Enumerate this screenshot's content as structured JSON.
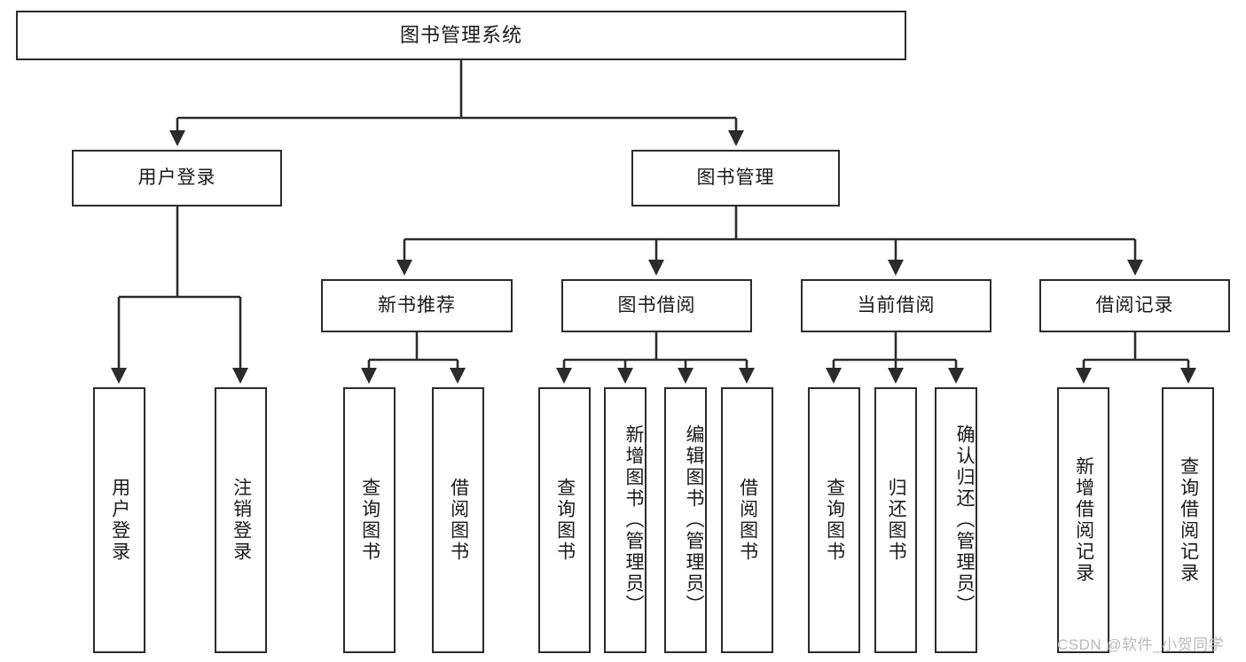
{
  "diagram": {
    "title": "图书管理系统",
    "type": "hierarchy-flowchart",
    "colors": {
      "stroke": "#2b2b2b",
      "fill": "#ffffff",
      "text": "#1a1a1a",
      "watermark": "#b9b9b9"
    },
    "nodes": {
      "root": {
        "label": "图书管理系统",
        "level": 1
      },
      "level2": [
        {
          "id": "user-login",
          "label": "用户登录"
        },
        {
          "id": "book-manage",
          "label": "图书管理"
        }
      ],
      "level3": [
        {
          "id": "new-book-recommend",
          "label": "新书推荐"
        },
        {
          "id": "book-borrow",
          "label": "图书借阅"
        },
        {
          "id": "current-borrow",
          "label": "当前借阅"
        },
        {
          "id": "borrow-record",
          "label": "借阅记录"
        }
      ],
      "leaves": {
        "user_login": [
          {
            "id": "leaf-user-login",
            "label": "用户登录"
          },
          {
            "id": "leaf-logout-login",
            "label": "注销登录"
          }
        ],
        "new_book_recommend": [
          {
            "id": "leaf-query-book-1",
            "label": "查询图书"
          },
          {
            "id": "leaf-borrow-book-1",
            "label": "借阅图书"
          }
        ],
        "book_borrow": [
          {
            "id": "leaf-query-book-2",
            "label": "查询图书"
          },
          {
            "id": "leaf-add-book",
            "label": "新增图书（管理员）"
          },
          {
            "id": "leaf-edit-book",
            "label": "编辑图书（管理员）"
          },
          {
            "id": "leaf-borrow-book-2",
            "label": "借阅图书"
          }
        ],
        "current_borrow": [
          {
            "id": "leaf-query-book-3",
            "label": "查询图书"
          },
          {
            "id": "leaf-return-book",
            "label": "归还图书"
          },
          {
            "id": "leaf-confirm-return",
            "label": "确认归还（管理员）"
          }
        ],
        "borrow_record": [
          {
            "id": "leaf-add-record",
            "label": "新增借阅记录"
          },
          {
            "id": "leaf-query-record",
            "label": "查询借阅记录"
          }
        ]
      }
    },
    "watermark": "CSDN @软件_小贺同学"
  }
}
